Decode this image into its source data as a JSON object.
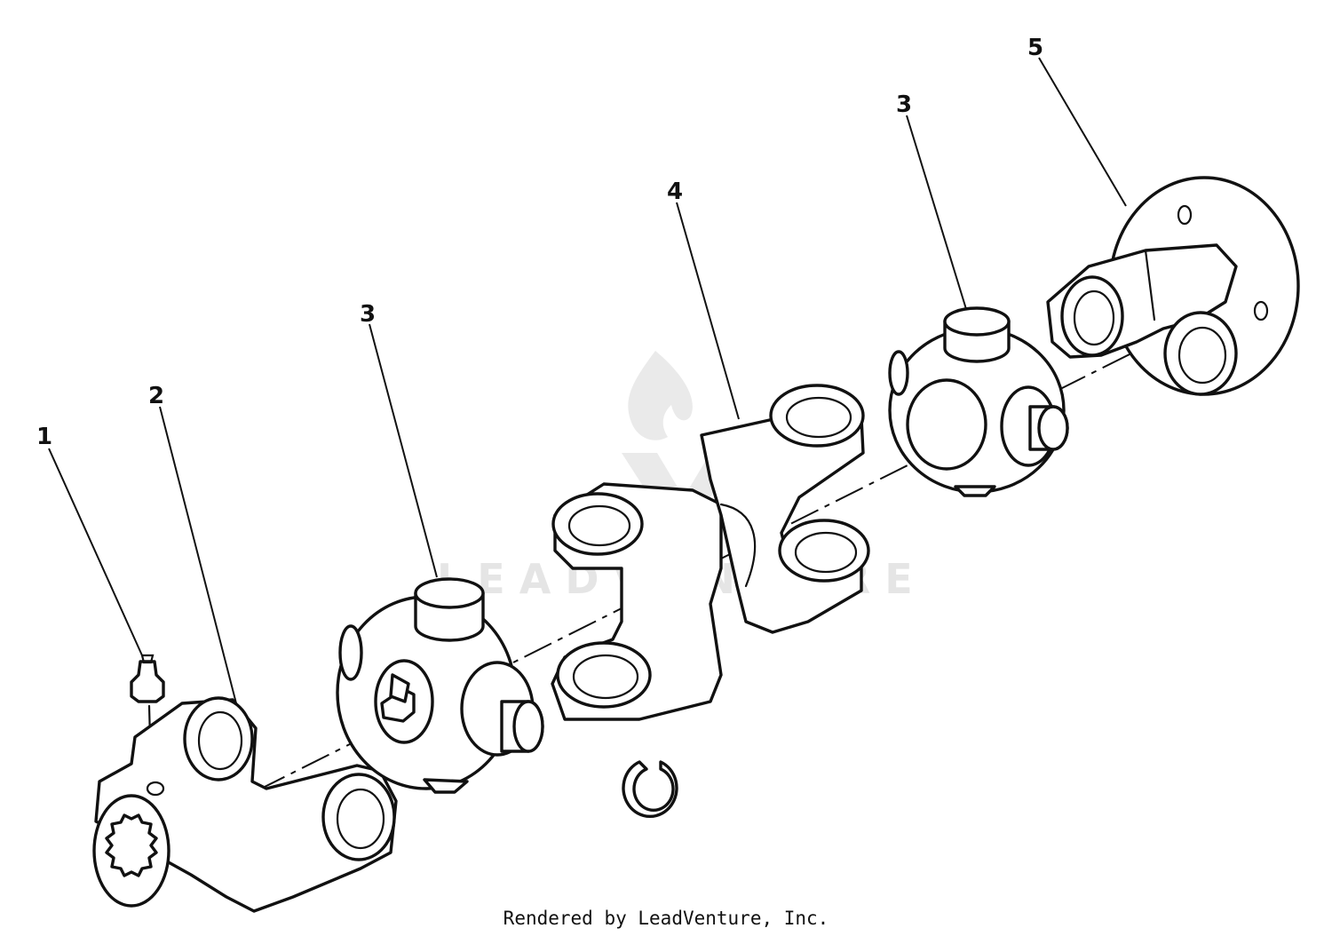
{
  "callouts": {
    "c1": "1",
    "c2": "2",
    "c3a": "3",
    "c4": "4",
    "c3b": "3",
    "c5": "5"
  },
  "watermark": {
    "text": "LEADVENTURE"
  },
  "footer": {
    "text": "Rendered by LeadVenture, Inc."
  }
}
